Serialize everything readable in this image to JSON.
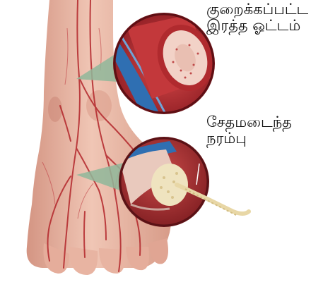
{
  "labels": {
    "reduced_blood_flow": {
      "line1": "குறைக்கப்பட்ட",
      "line2": "இரத்த ஓட்டம்"
    },
    "damaged_nerve": {
      "line1": "சேதமடைந்த",
      "line2": "நரம்பு"
    }
  },
  "colors": {
    "skin": "#e9b8a6",
    "skin_shadow": "#d38f7d",
    "artery": "#b3262b",
    "vein": "#2f6fb2",
    "pointer": "#8fb79a",
    "nerve": "#efe3bf"
  },
  "icons": {
    "blood_vessel": "blood-vessel-cross-section-icon",
    "nerve": "nerve-bundle-icon"
  }
}
